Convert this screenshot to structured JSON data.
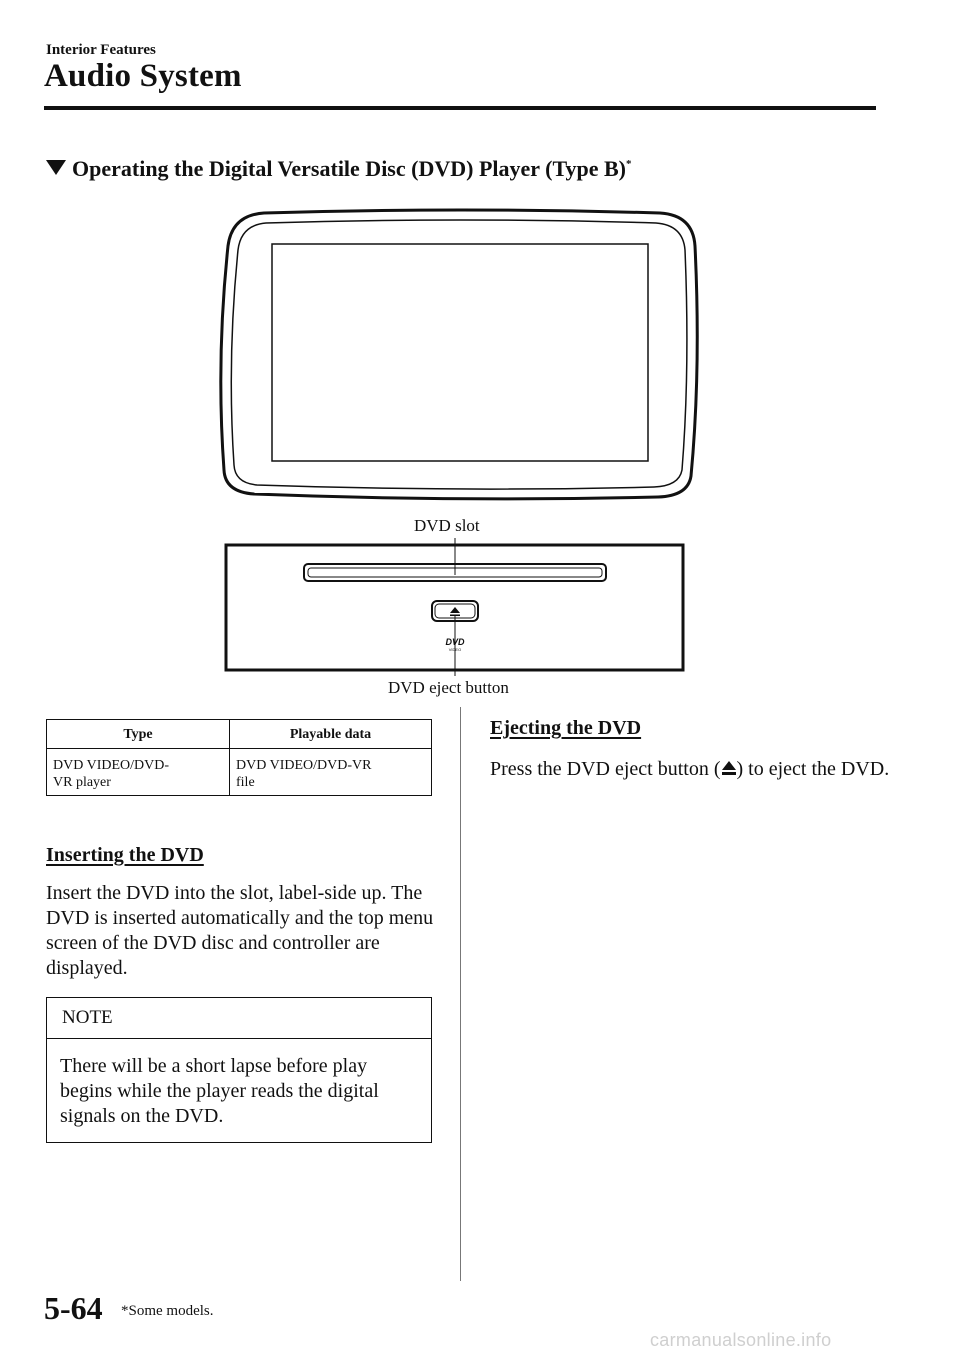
{
  "header": {
    "section": "Interior Features",
    "title": "Audio System"
  },
  "heading": {
    "text": "Operating the Digital Versatile Disc (DVD) Player (Type B)",
    "marker": "*"
  },
  "figure": {
    "slot_label": "DVD slot",
    "eject_label": "DVD eject button",
    "logo_text": "DVD",
    "logo_subtext": "VIDEO"
  },
  "table": {
    "headers": [
      "Type",
      "Playable data"
    ],
    "rows": [
      [
        "DVD VIDEO/DVD-\nVR player",
        "DVD VIDEO/DVD-VR\nfile"
      ]
    ]
  },
  "inserting": {
    "title": "Inserting the DVD",
    "text": "Insert the DVD into the slot, label-side up. The DVD is inserted automatically and the top menu screen of the DVD disc and controller are displayed."
  },
  "note": {
    "label": "NOTE",
    "text": "There will be a short lapse before play begins while the player reads the digital signals on the DVD."
  },
  "ejecting": {
    "title": "Ejecting the DVD",
    "text_before": "Press the DVD eject button (",
    "text_after": ") to eject the DVD."
  },
  "footer": {
    "page_number": "5-64",
    "footnote": "*Some models.",
    "watermark": "carmanualsonline.info"
  }
}
